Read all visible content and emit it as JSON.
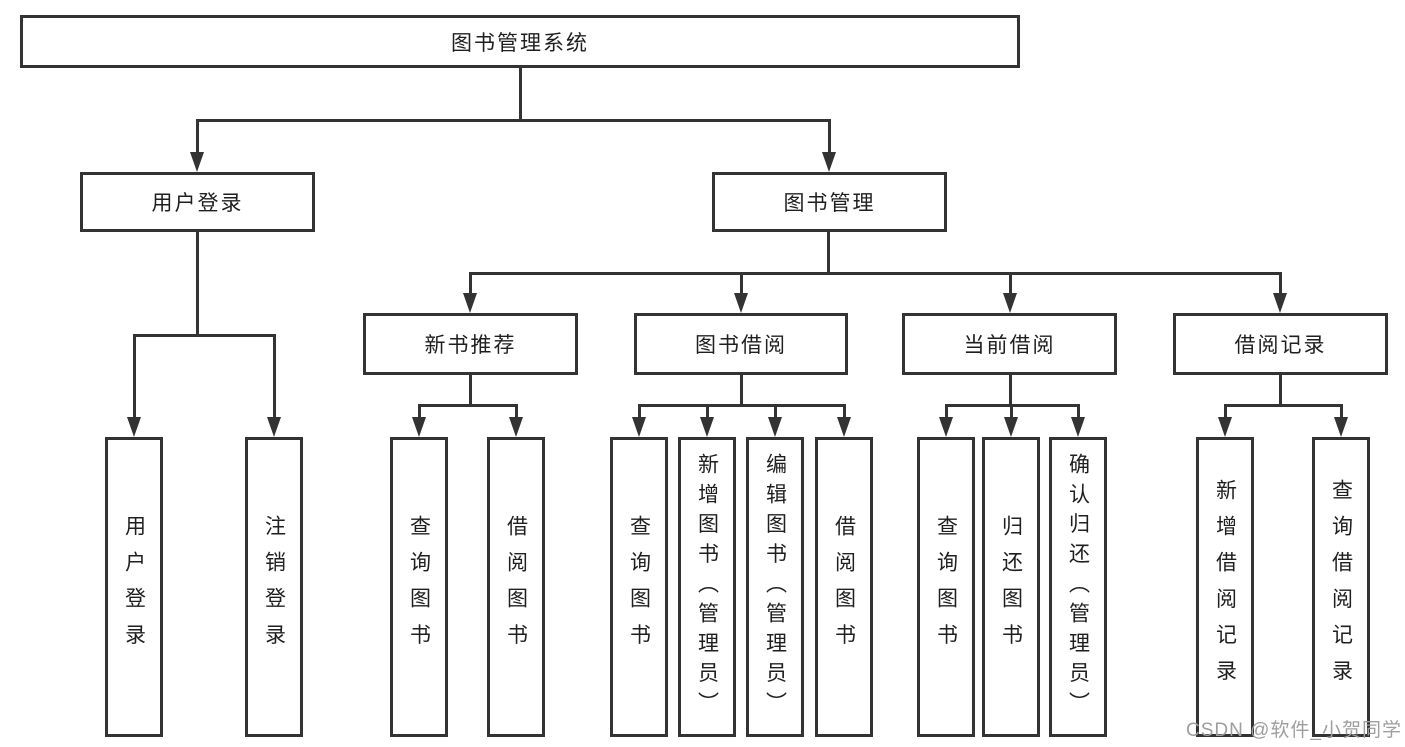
{
  "diagram": {
    "root": {
      "label": "图书管理系统"
    },
    "level2": [
      {
        "label": "用户登录"
      },
      {
        "label": "图书管理"
      }
    ],
    "level3": [
      {
        "label": "新书推荐",
        "parent": "图书管理"
      },
      {
        "label": "图书借阅",
        "parent": "图书管理"
      },
      {
        "label": "当前借阅",
        "parent": "图书管理"
      },
      {
        "label": "借阅记录",
        "parent": "图书管理"
      }
    ],
    "leaves": [
      {
        "label": "用户登录",
        "parent": "用户登录"
      },
      {
        "label": "注销登录",
        "parent": "用户登录"
      },
      {
        "label": "查询图书",
        "parent": "新书推荐"
      },
      {
        "label": "借阅图书",
        "parent": "新书推荐"
      },
      {
        "label": "查询图书",
        "parent": "图书借阅"
      },
      {
        "label": "新增图书（管理员）",
        "parent": "图书借阅"
      },
      {
        "label": "编辑图书（管理员）",
        "parent": "图书借阅"
      },
      {
        "label": "借阅图书",
        "parent": "图书借阅"
      },
      {
        "label": "查询图书",
        "parent": "当前借阅"
      },
      {
        "label": "归还图书",
        "parent": "当前借阅"
      },
      {
        "label": "确认归还（管理员）",
        "parent": "当前借阅"
      },
      {
        "label": "新增借阅记录",
        "parent": "借阅记录"
      },
      {
        "label": "查询借阅记录",
        "parent": "借阅记录"
      }
    ]
  },
  "watermark": {
    "text": "CSDN @软件_小贺同学"
  },
  "colors": {
    "line": "#333333",
    "text": "#1f1f1f",
    "watermark": "#9e9e9e",
    "background": "#ffffff"
  }
}
